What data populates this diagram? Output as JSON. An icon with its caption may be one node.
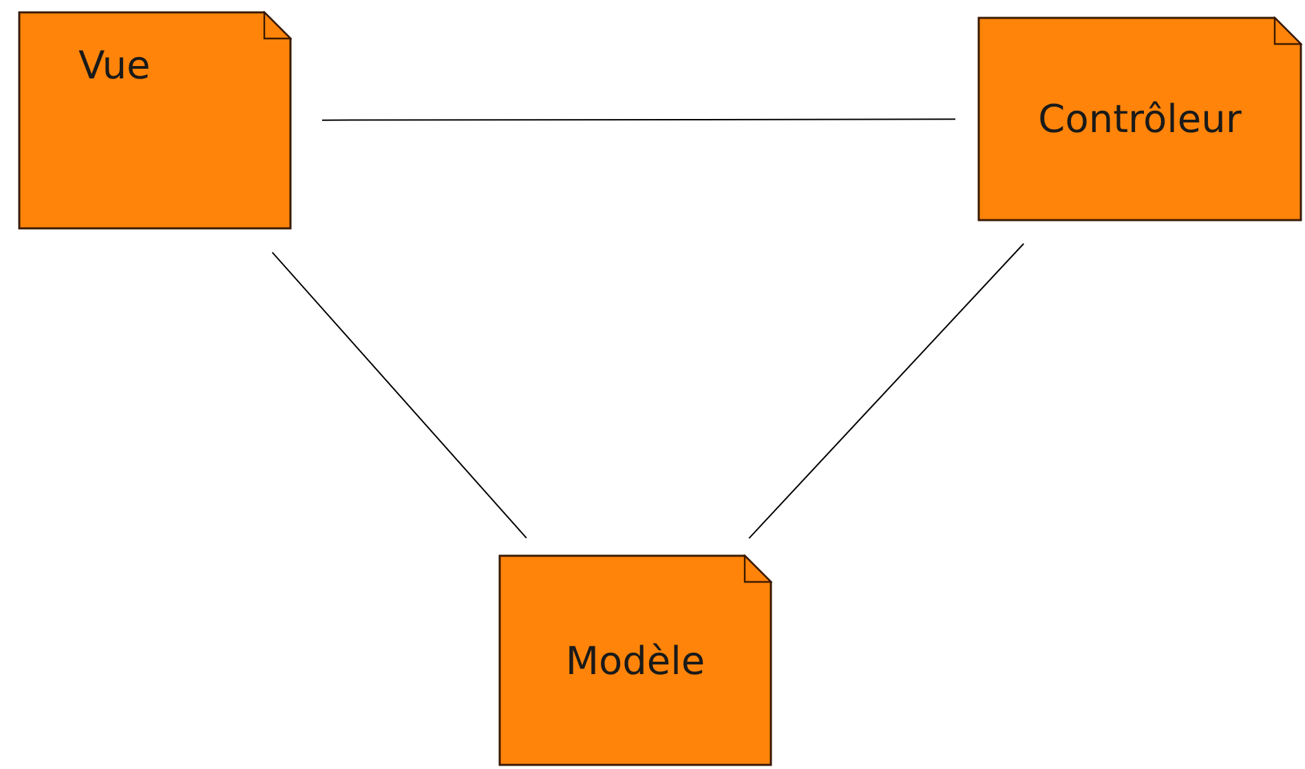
{
  "diagram": {
    "nodes": [
      {
        "text": [
          "Vue"
        ]
      },
      {
        "text": [
          "Contrôleur"
        ]
      },
      {
        "text": [
          "Modèle"
        ]
      }
    ],
    "edges": [
      {
        "from": 0,
        "to": 1,
        "arrow": "none"
      },
      {
        "from": 0,
        "to": 2,
        "arrow": "none"
      },
      {
        "from": 1,
        "to": 2,
        "arrow": "none"
      }
    ]
  }
}
